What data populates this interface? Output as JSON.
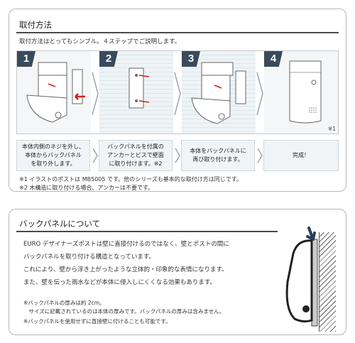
{
  "section1": {
    "title": "取付方法",
    "intro": "取付方法はとってもシンプル。４ステップでご説明します。",
    "steps": [
      {
        "num": "1",
        "caption_lines": [
          "本体内側のネジを外し、",
          "本体からバックパネル",
          "を取り外します。"
        ]
      },
      {
        "num": "2",
        "caption_lines": [
          "バックパネルを付属の",
          "アンカーとビスで壁面",
          "に取り付けます。※2"
        ]
      },
      {
        "num": "3",
        "caption_lines": [
          "本体をバックパネルに",
          "再び取り付けます。"
        ]
      },
      {
        "num": "4",
        "caption_lines": [
          "完成！"
        ]
      }
    ],
    "note_mark": "※1",
    "footnotes": [
      "※1 イラストのポストは MB5005 です。他のシリーズも基本的な取付け方は同じです。",
      "※2 木構造に取り付ける場合、アンカーは不要です。"
    ]
  },
  "section2": {
    "title": "バックパネルについて",
    "body_lines": [
      "EURO デザイナーズポストは壁に直接付けるのではなく、壁とポストの間に",
      "バックパネルを取り付ける構造となっています。",
      "これにより、壁から浮き上がったような立体的・印象的な表情になります。",
      "また、壁を伝った雨水などが本体に侵入しにくくなる効果もあります。"
    ],
    "footnotes": [
      "※バックパネルの厚みは約 2cm。",
      "　サイズに記載されているのは本体の厚みです。バックパネルの厚みは含みません。",
      "※バックパネルを使用せずに直接壁に付けることも可能です。"
    ],
    "wall_label": "壁"
  },
  "colors": {
    "step_badge": "#3a4a5c",
    "arrow": "#cc2222",
    "title_rule": "#4a4a4a"
  }
}
